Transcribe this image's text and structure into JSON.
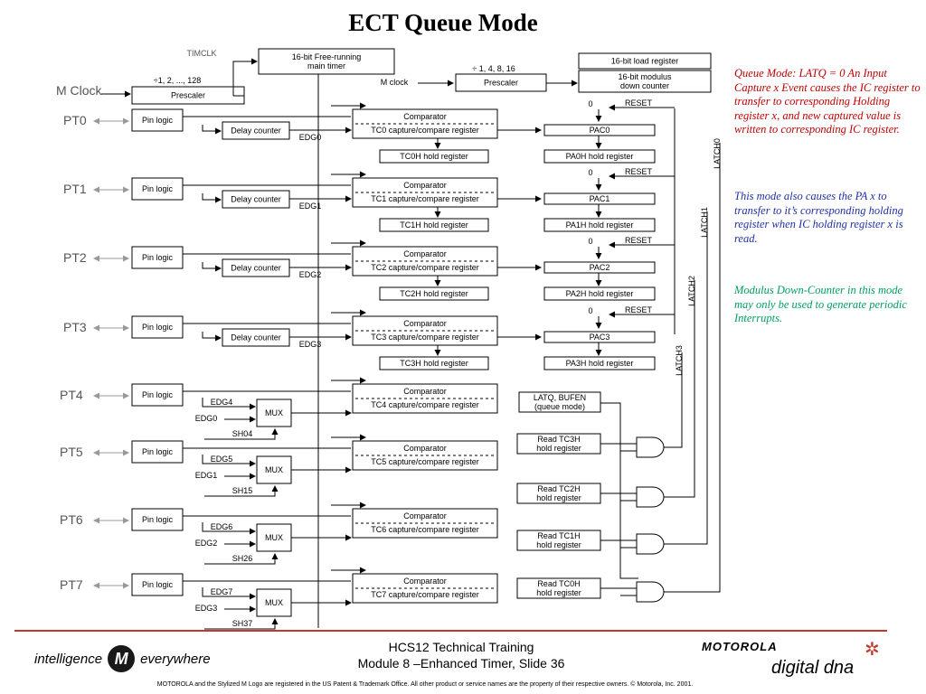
{
  "title": "ECT Queue Mode",
  "top": {
    "timclk": "TIMCLK",
    "prescale_ratios": "÷1, 2, ..., 128",
    "prescaler": "Prescaler",
    "mclock_left": "M Clock",
    "free_running_timer": [
      "16-bit Free-running",
      "main timer"
    ],
    "mclock_mid": "M clock",
    "prescale_ratios_2": "÷ 1, 4, 8, 16",
    "prescaler_2": "Prescaler",
    "load_register": "16-bit load register",
    "modulus_counter": [
      "16-bit modulus",
      "down counter"
    ]
  },
  "labels": {
    "pin_logic": "Pin logic",
    "delay_counter": "Delay counter",
    "comparator": "Comparator",
    "mux": "MUX",
    "reset": "RESET",
    "zero": "0",
    "latq": [
      "LATQ, BUFEN",
      "(queue mode)"
    ]
  },
  "channels": [
    {
      "pin": "PT0",
      "edg": "EDG0",
      "capture": "TC0 capture/compare register",
      "hold": "TC0H hold register",
      "pac": "PAC0",
      "pahold": "PA0H hold register",
      "latch": "LATCH0"
    },
    {
      "pin": "PT1",
      "edg": "EDG1",
      "capture": "TC1 capture/compare register",
      "hold": "TC1H hold register",
      "pac": "PAC1",
      "pahold": "PA1H hold register",
      "latch": "LATCH1"
    },
    {
      "pin": "PT2",
      "edg": "EDG2",
      "capture": "TC2 capture/compare register",
      "hold": "TC2H hold register",
      "pac": "PAC2",
      "pahold": "PA2H hold register",
      "latch": "LATCH2"
    },
    {
      "pin": "PT3",
      "edg": "EDG3",
      "capture": "TC3 capture/compare register",
      "hold": "TC3H hold register",
      "pac": "PAC3",
      "pahold": "PA3H hold register",
      "latch": "LATCH3"
    },
    {
      "pin": "PT4",
      "edg_a": "EDG4",
      "edg_b": "EDG0",
      "sh": "SH04",
      "capture": "TC4 capture/compare register"
    },
    {
      "pin": "PT5",
      "edg_a": "EDG5",
      "edg_b": "EDG1",
      "sh": "SH15",
      "capture": "TC5 capture/compare register"
    },
    {
      "pin": "PT6",
      "edg_a": "EDG6",
      "edg_b": "EDG2",
      "sh": "SH26",
      "capture": "TC6 capture/compare register"
    },
    {
      "pin": "PT7",
      "edg_a": "EDG7",
      "edg_b": "EDG3",
      "sh": "SH37",
      "capture": "TC7 capture/compare register"
    }
  ],
  "read_boxes": [
    [
      "Read TC3H",
      "hold register"
    ],
    [
      "Read TC2H",
      "hold register"
    ],
    [
      "Read TC1H",
      "hold register"
    ],
    [
      "Read TC0H",
      "hold register"
    ]
  ],
  "notes": {
    "n1": "Queue Mode: LATQ = 0 An Input Capture x Event causes the IC register to transfer to corresponding Holding register x, and new captured value is written to corresponding IC register.",
    "n2": "This mode also causes the PA x to transfer to it’s corresponding holding register when IC holding register x is read.",
    "n3": "Modulus Down-Counter in this mode may only be used to generate periodic Interrupts."
  },
  "footer": {
    "course": "HCS12 Technical Training",
    "module": "Module 8 –Enhanced Timer, Slide 36",
    "tagline_left": "intelligence",
    "tagline_right": "everywhere",
    "logo_letter": "M",
    "brand": "MOTOROLA",
    "brand_tag": "digital dna",
    "legal": "MOTOROLA and the Stylized M Logo are registered in the US Patent & Trademark Office. All other  product or service names are the property of their respective owners.  © Motorola, Inc. 2001."
  },
  "colors": {
    "line": "#000000",
    "pin_label": "#555555",
    "arrow_gray": "#999999",
    "note1": "#c00000",
    "note2": "#2030a8",
    "note3": "#00a060",
    "footer_rule": "#c0392b"
  }
}
